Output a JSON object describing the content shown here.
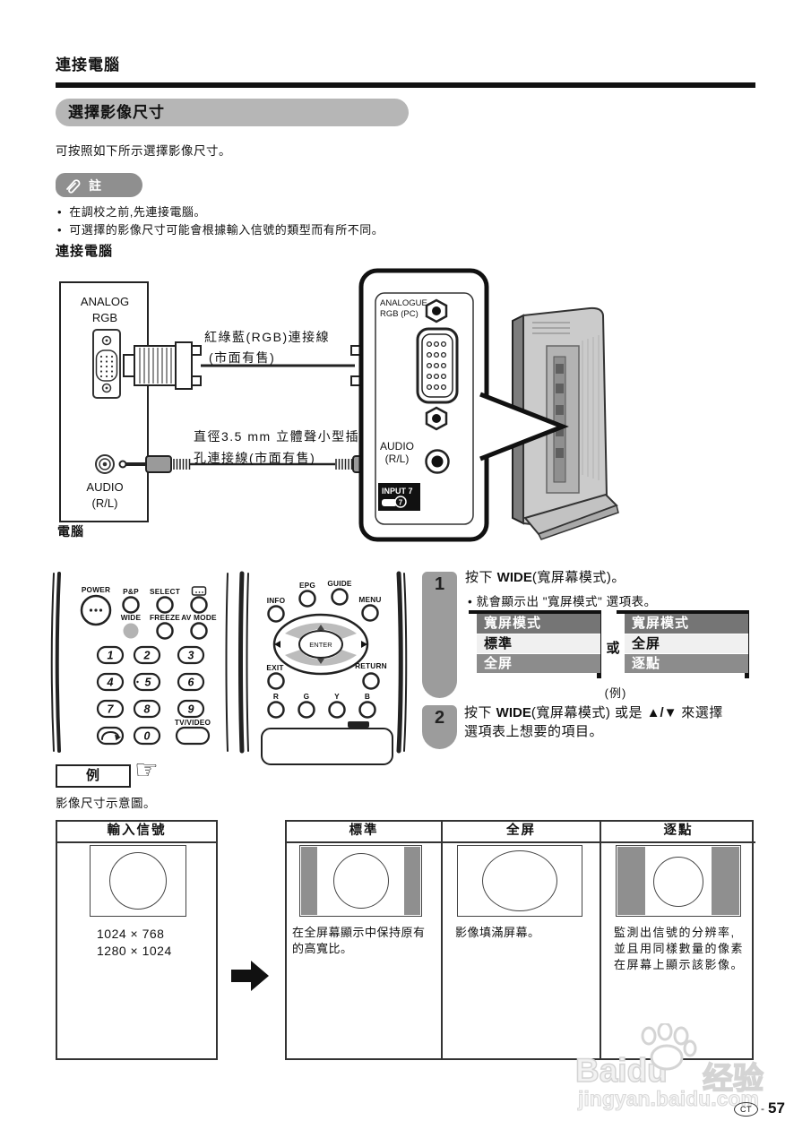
{
  "header": {
    "title": "連接電腦"
  },
  "banner": {
    "label": "選擇影像尺寸"
  },
  "intro": "可按照如下所示選擇影像尺寸。",
  "note": {
    "badge": "註",
    "bullets": [
      "在調校之前,先連接電腦。",
      "可選擇的影像尺寸可能會根據輸入信號的類型而有所不同。"
    ]
  },
  "diagram": {
    "heading": "連接電腦",
    "computer_box": {
      "port1_line1": "ANALOG",
      "port1_line2": "RGB",
      "port2_line1": "AUDIO",
      "port2_line2": "(R/L)",
      "caption": "電腦"
    },
    "rgb_cable": {
      "line1": "紅綠藍(RGB)連接線",
      "line2": "(市面有售)"
    },
    "audio_cable": {
      "line1": "直徑3.5 mm 立體聲小型插",
      "line2": "孔連接線(市面有售)"
    },
    "panel": {
      "rgb_line1": "ANALOGUE",
      "rgb_line2": "RGB (PC)",
      "audio_line1": "AUDIO",
      "audio_line2": "(R/L)",
      "input_label": "INPUT 7",
      "input_num": "7"
    }
  },
  "remote": {
    "power": "POWER",
    "pp": "P&P",
    "select": "SELECT",
    "wide": "WIDE",
    "freeze": "FREEZE",
    "av_mode": "AV MODE",
    "digits": [
      "1",
      "2",
      "3",
      "4",
      "5",
      "6",
      "7",
      "8",
      "9",
      "0"
    ],
    "tv_video": "TV/VIDEO",
    "epg": "EPG",
    "guide": "GUIDE",
    "info": "INFO",
    "menu": "MENU",
    "enter": "ENTER",
    "exit": "EXIT",
    "return_key": "RETURN",
    "color_keys": [
      "R",
      "G",
      "Y",
      "B"
    ]
  },
  "steps": {
    "one": {
      "num": "1",
      "pre": "按下 ",
      "key": "WIDE",
      "post": "(寬屏幕模式)。",
      "bullet": "就會顯示出 \"寬屏模式\" 選項表。"
    },
    "two": {
      "num": "2",
      "pre": "按下 ",
      "key": "WIDE",
      "post": "(寬屏幕模式) 或是 ",
      "arrows": "▲/▼",
      "post2": " 來選擇",
      "line2": "選項表上想要的項目。"
    }
  },
  "menus": {
    "left": {
      "header": "寬屏模式",
      "row1": "標準",
      "row2": "全屏"
    },
    "or": "或",
    "right": {
      "header": "寬屏模式",
      "row1": "全屏",
      "row2": "逐點"
    },
    "example": "(例)"
  },
  "example_badge": {
    "label": "例",
    "hand": "☞",
    "caption": "影像尺寸示意圖。"
  },
  "size_table": {
    "input": {
      "header": "輸入信號",
      "res1": "1024 × 768",
      "res2": "1280 × 1024"
    },
    "col1": {
      "header": "標準",
      "desc1": "在全屏幕顯示中保持原有",
      "desc2": "的高寬比。"
    },
    "col2": {
      "header": "全屏",
      "desc1": "影像填滿屏幕。"
    },
    "col3": {
      "header": "逐點",
      "desc1": "監測出信號的分辨率,",
      "desc2": "並且用同樣數量的像素",
      "desc3": "在屏幕上顯示該影像。"
    }
  },
  "watermark": {
    "brand": "Baidu",
    "brand_cn": "经验",
    "url": "jingyan.baidu.com"
  },
  "footer": {
    "region": "CT",
    "dash": "-",
    "page": "57"
  }
}
